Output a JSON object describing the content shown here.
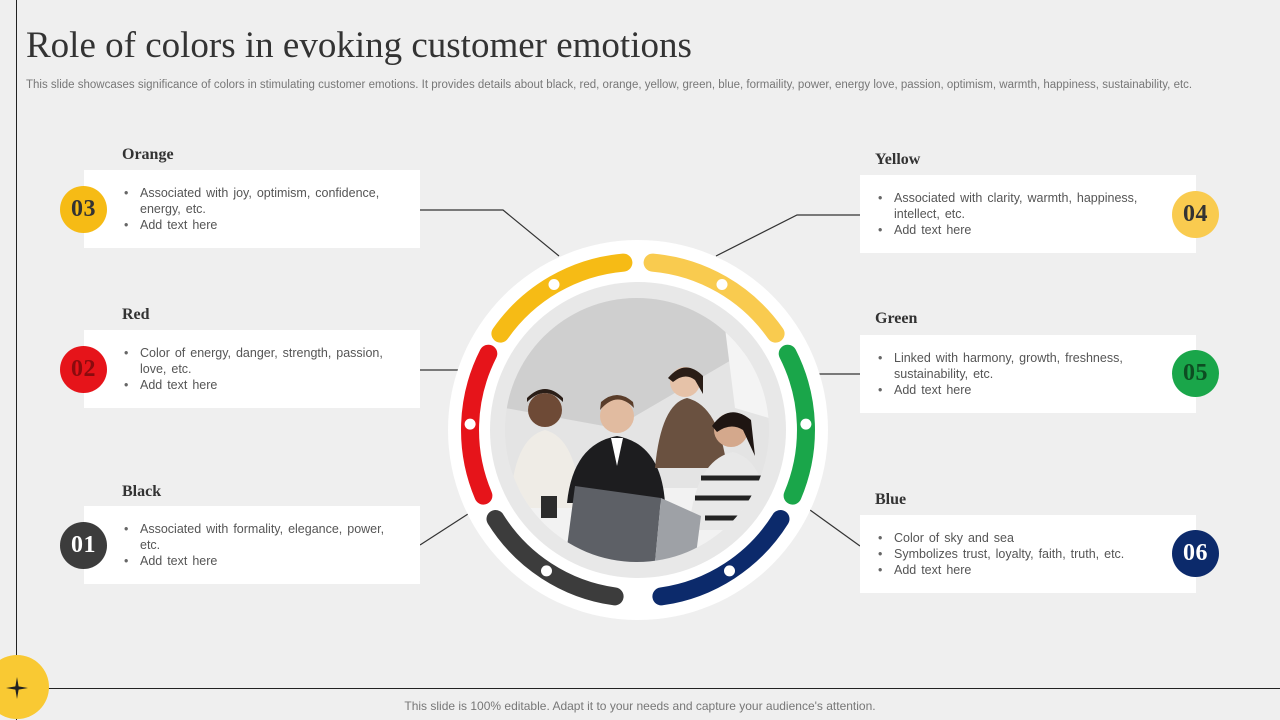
{
  "slide": {
    "title": "Role of colors in evoking customer emotions",
    "subtitle": "This slide showcases significance of colors in stimulating customer emotions. It provides details about black, red, orange, yellow, green, blue, formaility, power, energy love, passion, optimism, warmth, happiness, sustainability, etc.",
    "footer": "This slide is 100% editable. Adapt it to your needs and capture your audience's attention."
  },
  "colors": {
    "orange": "#f6bb15",
    "red": "#e6141a",
    "black": "#3c3c3c",
    "yellow": "#f9cb4f",
    "green": "#1aa64a",
    "blue": "#0c2a6b"
  },
  "items": {
    "orange": {
      "number": "03",
      "heading": "Orange",
      "bullets": [
        "Associated with joy, optimism, confidence, energy, etc.",
        "Add text here"
      ]
    },
    "red": {
      "number": "02",
      "heading": "Red",
      "bullets": [
        "Color of energy, danger, strength, passion, love, etc.",
        "Add text here"
      ]
    },
    "black": {
      "number": "01",
      "heading": "Black",
      "bullets": [
        "Associated with formality, elegance, power, etc.",
        "Add text here"
      ]
    },
    "yellow": {
      "number": "04",
      "heading": "Yellow",
      "bullets": [
        "Associated with clarity, warmth, happiness, intellect, etc.",
        "Add text here"
      ]
    },
    "green": {
      "number": "05",
      "heading": "Green",
      "bullets": [
        "Linked with harmony, growth, freshness, sustainability, etc.",
        "Add text here"
      ]
    },
    "blue": {
      "number": "06",
      "heading": "Blue",
      "bullets": [
        "Color of sky and sea",
        "Symbolizes trust, loyalty, faith, truth, etc.",
        "Add text here"
      ]
    }
  },
  "icons": {
    "photo": "team-meeting-photo",
    "corner": "sparkle-icon"
  }
}
